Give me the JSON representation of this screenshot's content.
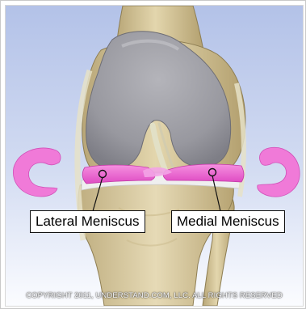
{
  "labels": {
    "lateral": "Lateral Meniscus",
    "medial": "Medial Meniscus"
  },
  "copyright": "COPYRIGHT 2011, UNDERSTAND.COM, LLC. ALL RIGHTS RESERVED",
  "colors": {
    "background_top": "#b8c6ea",
    "background_bottom": "#ffffff",
    "femur_cartilage": "#9c9ca2",
    "bone": "#d8c89a",
    "meniscus": "#ee6ad2"
  }
}
